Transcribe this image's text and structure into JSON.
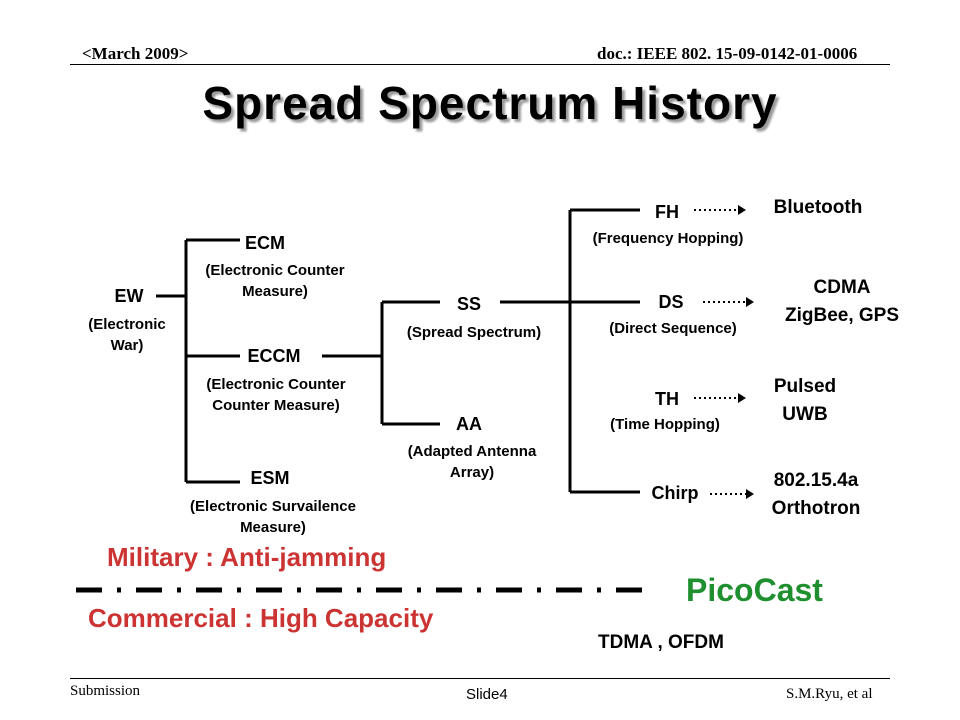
{
  "header": {
    "date": "<March 2009>",
    "doc": "doc.: IEEE 802. 15-09-0142-01-0006"
  },
  "title": "Spread Spectrum  History",
  "nodes": {
    "ew": {
      "label": "EW",
      "sub": "(Electronic\nWar)"
    },
    "ecm": {
      "label": "ECM",
      "sub": "(Electronic Counter\nMeasure)"
    },
    "eccm": {
      "label": "ECCM",
      "sub": "(Electronic Counter\nCounter Measure)"
    },
    "esm": {
      "label": "ESM",
      "sub": "(Electronic Survailence\nMeasure)"
    },
    "ss": {
      "label": "SS",
      "sub": "(Spread Spectrum)"
    },
    "aa": {
      "label": "AA",
      "sub": "(Adapted Antenna\nArray)"
    },
    "fh": {
      "label": "FH",
      "sub": "(Frequency Hopping)"
    },
    "ds": {
      "label": "DS",
      "sub": "(Direct Sequence)"
    },
    "th": {
      "label": "TH",
      "sub": "(Time Hopping)"
    },
    "chirp": {
      "label": "Chirp"
    }
  },
  "applications": {
    "bluetooth": "Bluetooth",
    "cdma": "CDMA\nZigBee, GPS",
    "pulsed": "Pulsed\nUWB",
    "orthotron": "802.15.4a\nOrthotron"
  },
  "military": "Military : Anti-jamming",
  "commercial": "Commercial : High Capacity",
  "picocast": "PicoCast",
  "tdma": "TDMA , OFDM",
  "footer": {
    "left": "Submission",
    "center": "Slide4",
    "right": "S.M.Ryu, et al"
  },
  "colors": {
    "military": "#cc3333",
    "picocast": "#1f8f2f"
  }
}
